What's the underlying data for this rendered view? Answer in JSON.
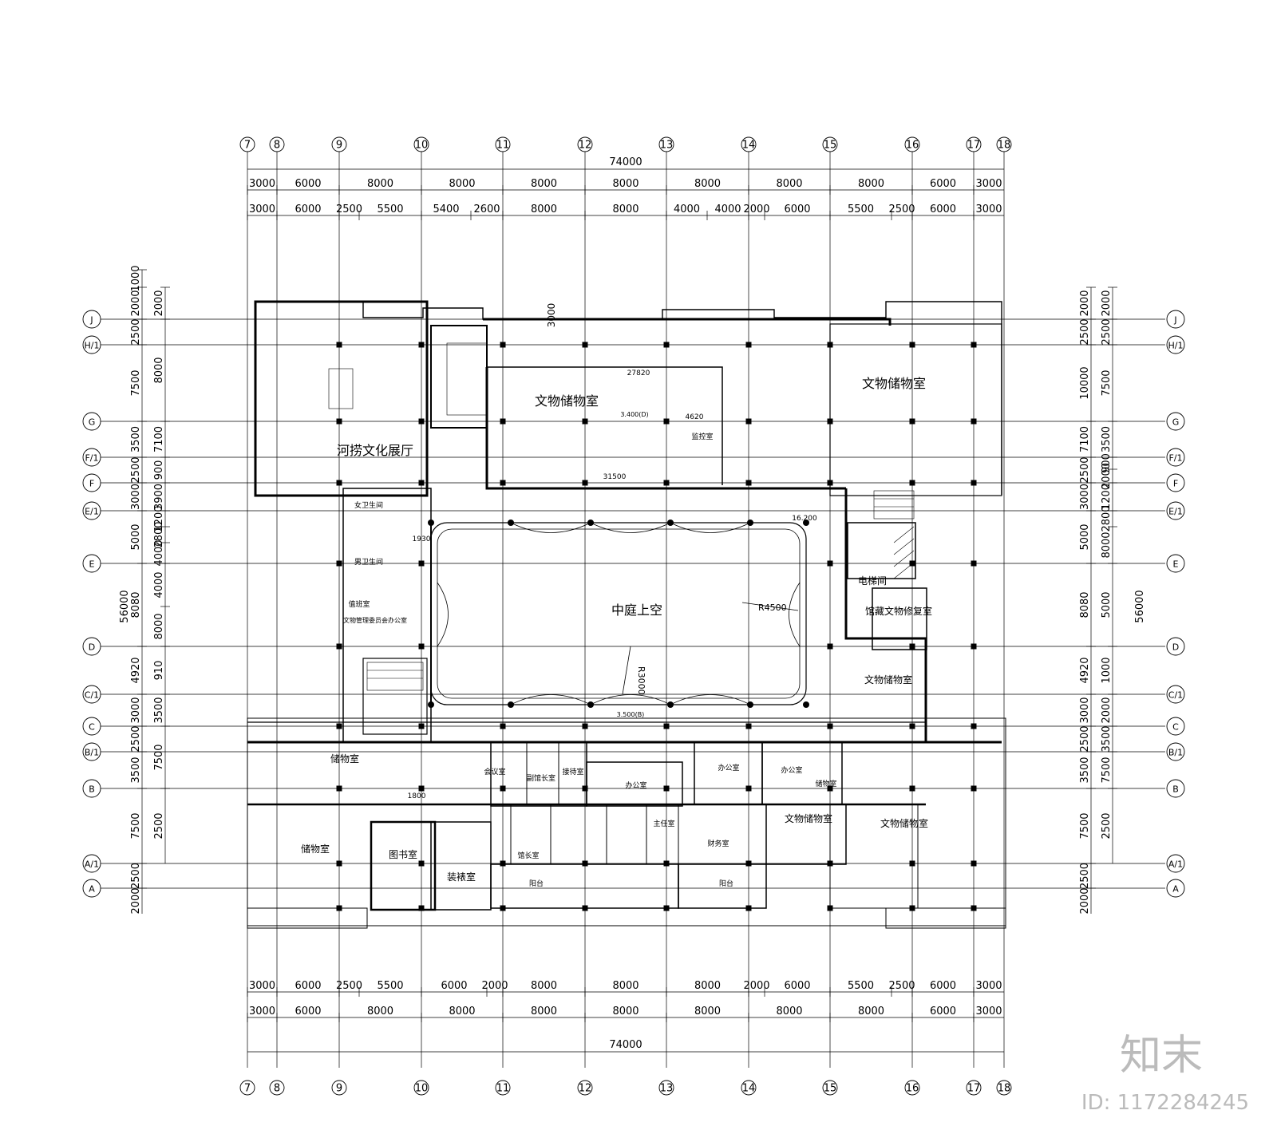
{
  "drawing": {
    "top_axes": [
      "7",
      "8",
      "9",
      "10",
      "11",
      "12",
      "13",
      "14",
      "15",
      "16",
      "17",
      "18"
    ],
    "side_axes": [
      "J",
      "H/1",
      "G",
      "F/1",
      "F",
      "E/1",
      "E",
      "D",
      "C/1",
      "C",
      "B/1",
      "B",
      "A/1",
      "A"
    ],
    "overall_width": "74000",
    "overall_height": "56000",
    "top_dims_row1": [
      "3000",
      "6000",
      "8000",
      "8000",
      "8000",
      "8000",
      "8000",
      "8000",
      "8000",
      "6000",
      "3000"
    ],
    "top_dims_row2": [
      "3000",
      "6000",
      "2500",
      "5500",
      "5400",
      "2600",
      "8000",
      "8000",
      "4000",
      "4000",
      "2000",
      "6000",
      "5500",
      "2500",
      "6000",
      "3000"
    ],
    "bottom_dims_row1": [
      "3000",
      "6000",
      "2500",
      "5500",
      "6000",
      "2000",
      "8000",
      "8000",
      "8000",
      "2000",
      "6000",
      "5500",
      "2500",
      "6000",
      "3000"
    ],
    "bottom_dims_row2": [
      "3000",
      "6000",
      "8000",
      "8000",
      "8000",
      "8000",
      "8000",
      "8000",
      "8000",
      "6000",
      "3000"
    ],
    "left_dims_outer": [
      "1000",
      "2000",
      "2500",
      "7500",
      "3500",
      "2500",
      "3000",
      "5000",
      "8080",
      "4920",
      "3000",
      "2500",
      "3500",
      "7500",
      "2500",
      "2000"
    ],
    "left_dims_inner": [
      "2000",
      "8000",
      "7100",
      "900",
      "3900",
      "1200",
      "2800",
      "4000",
      "4000",
      "8000",
      "910",
      "3500",
      "7500",
      "2500"
    ],
    "right_dims_outer": [
      "2000",
      "2500",
      "10000",
      "7100",
      "2500",
      "3000",
      "5000",
      "8080",
      "4920",
      "3000",
      "2500",
      "3500",
      "7500",
      "2500",
      "2000"
    ],
    "right_dims_inner": [
      "2000",
      "2500",
      "7500",
      "3500",
      "900",
      "2000",
      "1200",
      "2800",
      "8000",
      "5000",
      "1000",
      "2000",
      "3500",
      "7500",
      "2500"
    ],
    "rooms": {
      "hetao": "河捞文化展厅",
      "relic_store_1": "文物储物室",
      "relic_store_2": "文物储物室",
      "atrium": "中庭上空",
      "elevator": "电梯间",
      "repair": "馆藏文物修复室",
      "relic_store_3": "文物储物室",
      "store_1": "储物室",
      "store_2": "储物室",
      "library": "图书室",
      "binding": "装裱室",
      "relic_store_4": "文物储物室",
      "relic_store_5": "文物储物室",
      "office_1": "办公室",
      "office_2": "办公室",
      "office_3": "办公室",
      "reception": "接待室",
      "meeting": "会议室",
      "director": "馆长室",
      "deputy": "副馆长室",
      "main_room": "主任室",
      "monitor": "监控室",
      "female_wc": "女卫生间",
      "male_wc": "男卫生间",
      "duty": "值班室",
      "admin_office": "文物管理委员会办公室",
      "finance": "财务室",
      "storage_small": "储物室",
      "balcony_1": "阳台",
      "balcony_2": "阳台"
    },
    "annotations": {
      "r4500": "R4500",
      "r3000": "R3000",
      "dim_27820": "27820",
      "dim_31500": "31500",
      "dim_3000": "3000",
      "dim_4620": "4620",
      "dim_16200": "16.200",
      "dim_1930": "1930",
      "dim_1800": "1800",
      "level_3400": "3.400(D)",
      "level_3500": "3.500(B)"
    },
    "watermark_id": "ID: 1172284245",
    "watermark_brand": "知末"
  }
}
